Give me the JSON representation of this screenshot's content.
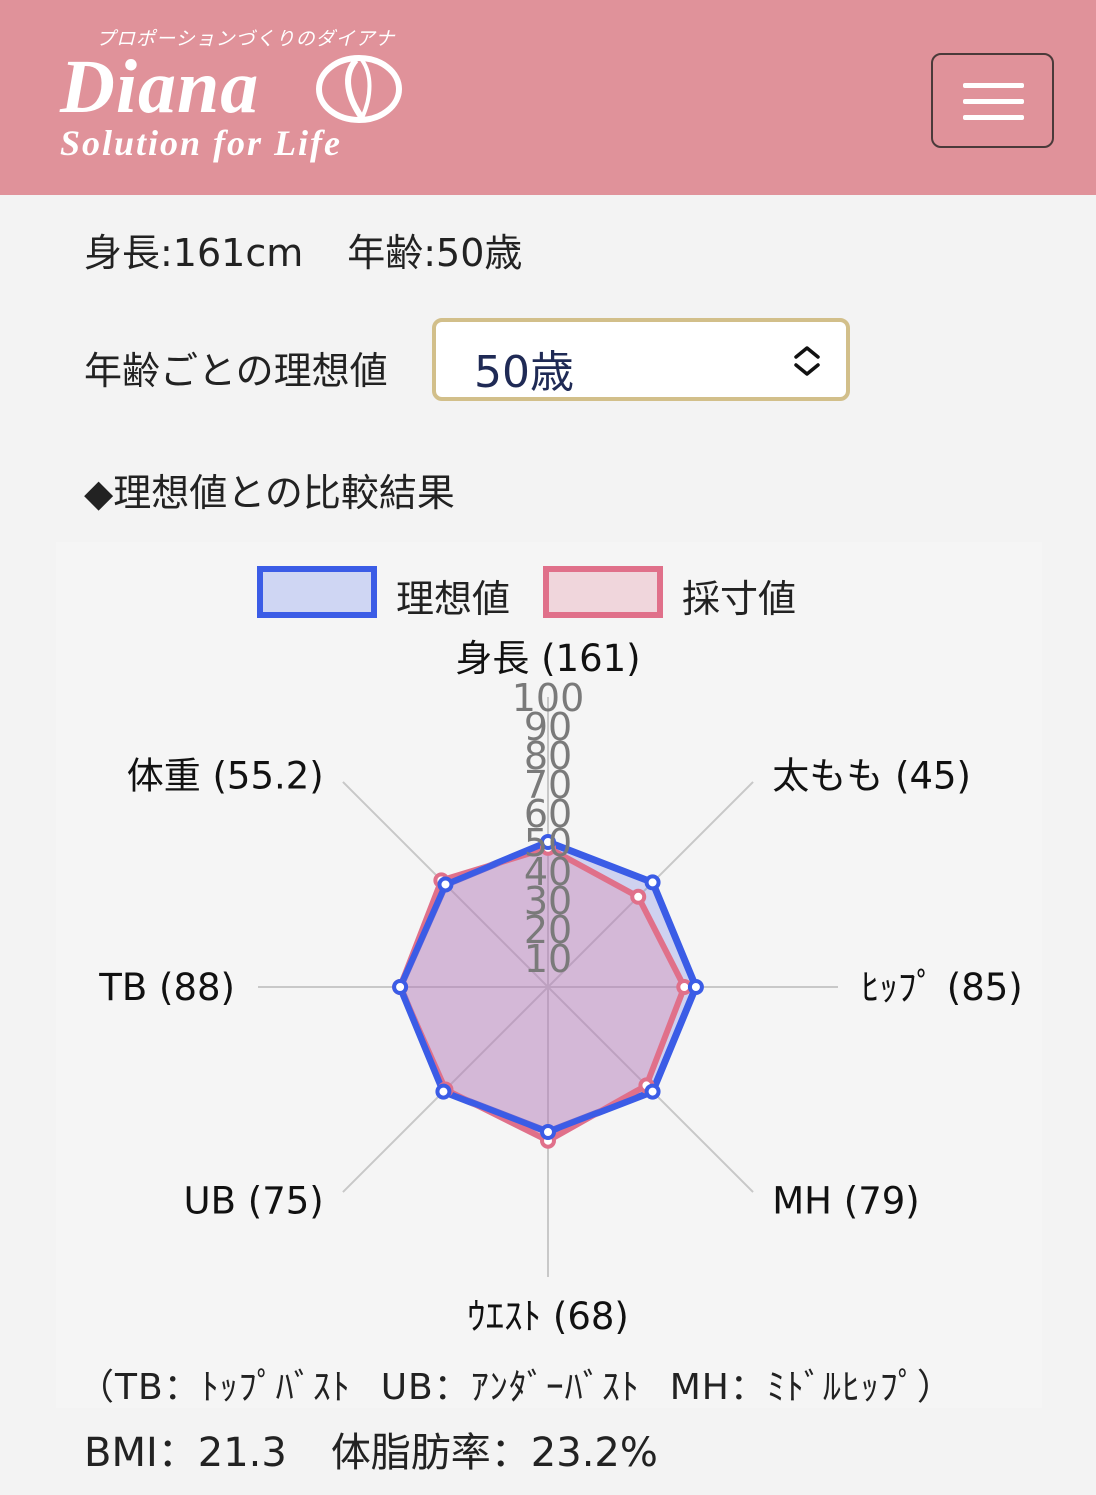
{
  "header": {
    "logo_tagline": "プロポーションづくりのダイアナ",
    "logo_name": "Diana",
    "logo_subtitle": "Solution for Life",
    "menu_icon": "hamburger-icon",
    "background_color": "#e0929a"
  },
  "profile": {
    "height_text": "身長:161cm",
    "age_text": "年齢:50歳"
  },
  "ideal_selector": {
    "label": "年齢ごとの理想値",
    "selected_value": "50歳",
    "icon": "select-arrows-icon"
  },
  "section_title": "◆理想値との比較結果",
  "chart_data": {
    "type": "radar",
    "legend": [
      {
        "name": "理想値",
        "color": "#3b5ce6",
        "fill": "#cfd6f3"
      },
      {
        "name": "採寸値",
        "color": "#e0708a",
        "fill": "#f0d6dc"
      }
    ],
    "categories": [
      "身長 (161)",
      "太もも (45)",
      "ﾋｯﾌﾟ (85)",
      "MH (79)",
      "ｳｴｽﾄ (68)",
      "UB (75)",
      "TB (88)",
      "体重 (55.2)"
    ],
    "radial_ticks": [
      "10",
      "20",
      "30",
      "40",
      "50",
      "60",
      "70",
      "80",
      "90",
      "100"
    ],
    "r_range": [
      0,
      100
    ],
    "series": [
      {
        "name": "理想値",
        "color": "#3b5ce6",
        "values": [
          50,
          51,
          51,
          51,
          50,
          51,
          51,
          50
        ]
      },
      {
        "name": "採寸値",
        "color": "#e0708a",
        "values": [
          48,
          44,
          47,
          48,
          53,
          50,
          51,
          52
        ]
      }
    ],
    "grid": true
  },
  "abbreviations": [
    "（TB：ﾄｯﾌﾟﾊﾞｽﾄ",
    "UB：ｱﾝﾀﾞｰﾊﾞｽﾄ",
    "MH：ﾐﾄﾞﾙﾋｯﾌﾟ）"
  ],
  "results": {
    "bmi_text": "BMI：21.3",
    "body_fat_text": "体脂肪率：23.2%"
  }
}
